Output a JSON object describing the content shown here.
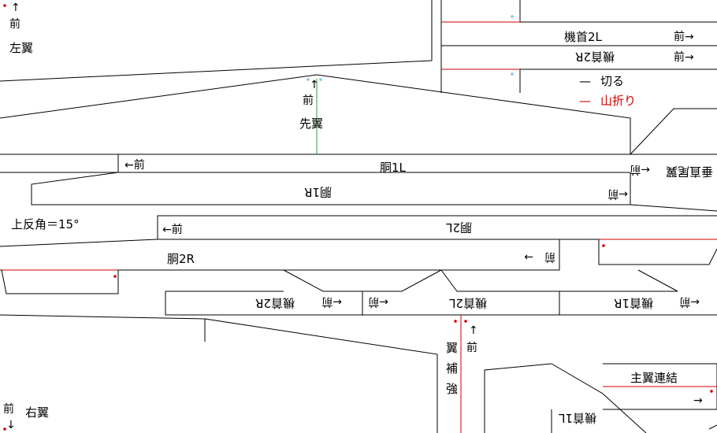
{
  "colors": {
    "cut": "#000000",
    "mountain_fold": "#d00000",
    "valley_fold": "#2a9d3f",
    "dot_red": "#d00000",
    "dot_blue": "#7ec8e3"
  },
  "legend": {
    "cut_mark": "—",
    "cut_label": "切る",
    "fold_mark": "—",
    "fold_label": "山折り"
  },
  "labels": {
    "front_up": "↑\n前",
    "left_wing": "左翼",
    "canard_front": "↑\n前",
    "canard": "先翼",
    "nose_2l": "機首2L",
    "nose_2l_front": "前→",
    "nose_2r": "機首2R",
    "nose_2r_front": "前→",
    "body1l_front": "←前",
    "body1l": "胴1L",
    "body1r": "胴1R",
    "body1r_front": "←前",
    "tail_fin": "垂直尾翼",
    "tail_fin_front": "←前",
    "dihedral": "上反角＝15°",
    "body2l_front": "←前",
    "body2l": "胴2L",
    "body2r": "胴2R",
    "body2r_front": "前　→",
    "nose2r_lower": "機首2R",
    "nose2r_lower_front": "←前",
    "nose2l_lower_front": "←前",
    "nose2l_lower": "機首2L",
    "nose1r_lower": "機首1R",
    "nose1r_lower_front": "←前",
    "wing_reinforce_front": "↑\n前",
    "wing_reinforce": "翼\n補\n強",
    "main_wing_join": "主翼連結",
    "main_wing_join_arrow": "→",
    "nose1l": "機首1L",
    "front_down": "前\n↓",
    "right_wing": "右翼"
  }
}
